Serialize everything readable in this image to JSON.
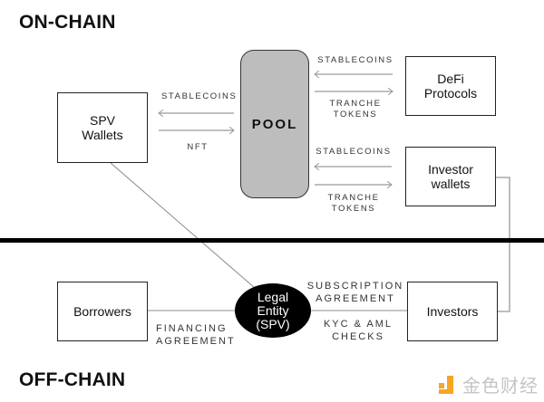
{
  "sections": {
    "on_chain": "ON-CHAIN",
    "off_chain": "OFF-CHAIN"
  },
  "nodes": {
    "spv_wallets": "SPV\nWallets",
    "pool": "POOL",
    "defi_protocols": "DeFi\nProtocols",
    "investor_wallets": "Investor\nwallets",
    "borrowers": "Borrowers",
    "legal_entity": "Legal\nEntity\n(SPV)",
    "investors": "Investors"
  },
  "flows": {
    "pool_to_spv": "STABLECOINS",
    "spv_to_pool": "NFT",
    "defi_to_pool": "STABLECOINS",
    "pool_to_defi": "TRANCHE\nTOKENS",
    "investor_wallets_to_pool": "STABLECOINS",
    "pool_to_investor_wallets": "TRANCHE\nTOKENS",
    "borrowers_legal_entity": "FINANCING\nAGREEMENT",
    "legal_entity_investors_top": "SUBSCRIPTION\nAGREEMENT",
    "legal_entity_investors_bottom": "KYC & AML\nCHECKS"
  },
  "colors": {
    "pool_fill": "#bdbdbd",
    "arrow": "#9a9a9a",
    "connector": "#8c8c8c",
    "watermark_mark": "#f5a623",
    "watermark_text": "#c4c4c4"
  },
  "watermark": {
    "text": "金色财经",
    "icon": "jinse-logo-icon"
  }
}
